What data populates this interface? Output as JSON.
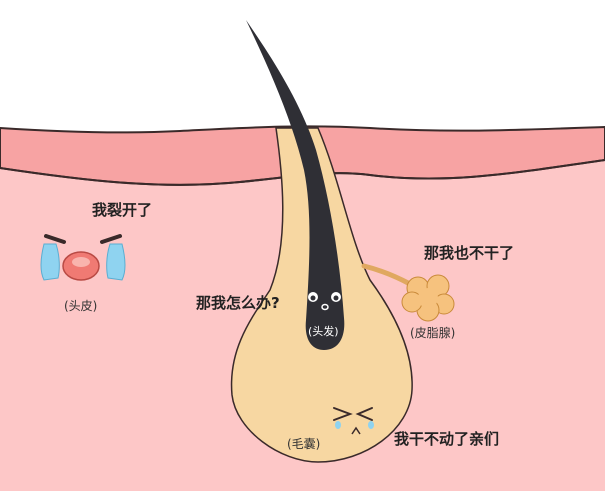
{
  "speech": {
    "scalp": "我裂开了",
    "hair": "那我怎么办?",
    "gland": "那我也不干了",
    "follicle": "我干不动了亲们"
  },
  "labels": {
    "scalp": "(头皮)",
    "hair": "(头发)",
    "gland": "(皮脂腺)",
    "follicle": "(毛囊)"
  },
  "colors": {
    "skin_top": "#f7a3a3",
    "skin_body": "#fdc7c7",
    "follicle": "#f7d7a2",
    "hair": "#2f2f35",
    "gland": "#f6c27e",
    "tears": "#8fd3f0"
  }
}
